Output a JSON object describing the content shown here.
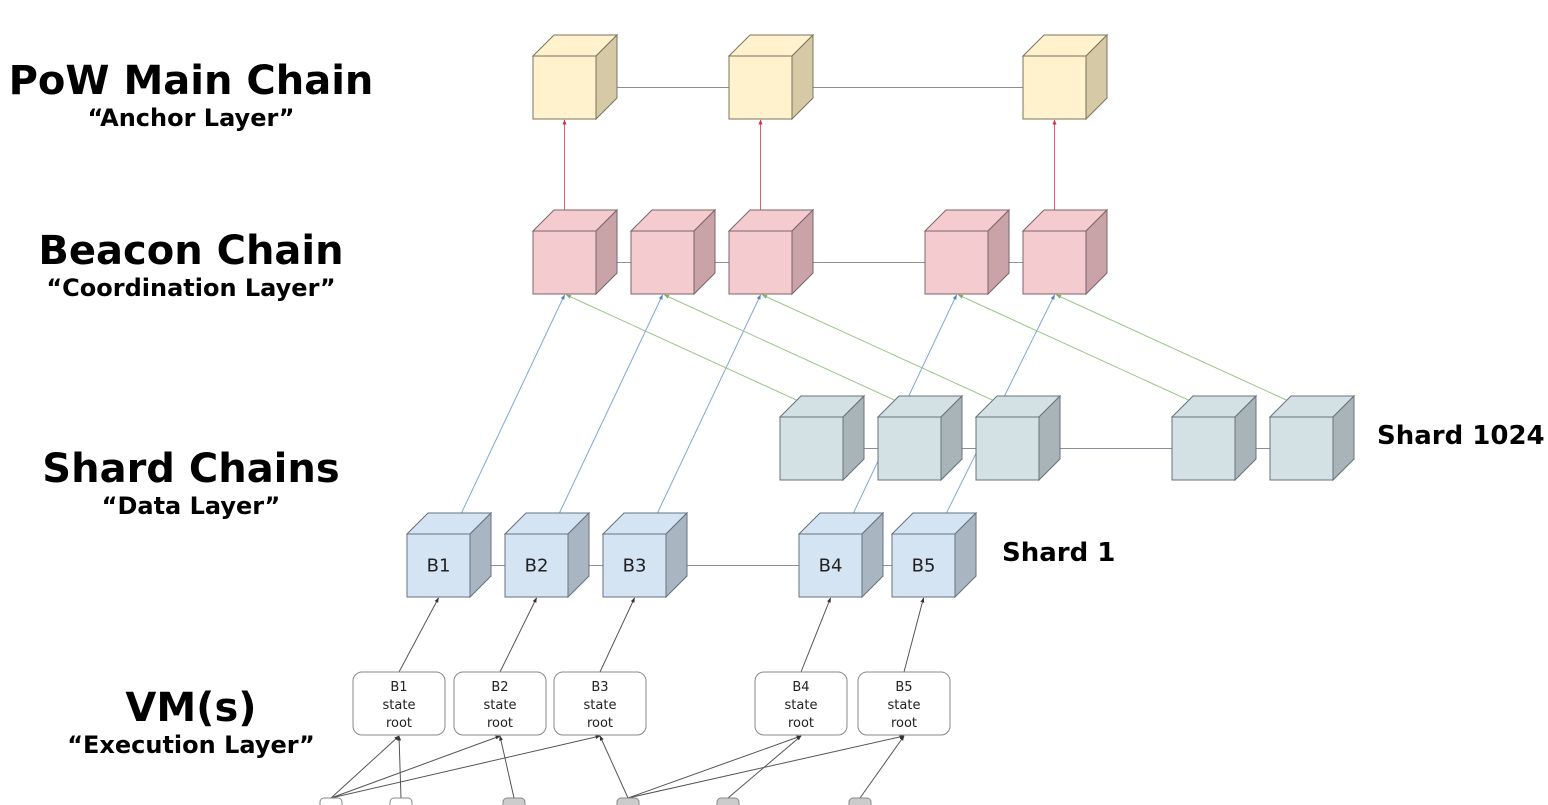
{
  "layers": [
    {
      "id": "pow",
      "title": "PoW Main Chain",
      "subtitle": "“Anchor Layer”"
    },
    {
      "id": "beacon",
      "title": "Beacon Chain",
      "subtitle": "“Coordination Layer”"
    },
    {
      "id": "shard",
      "title": "Shard Chains",
      "subtitle": "“Data Layer”"
    },
    {
      "id": "vm",
      "title": "VM(s)",
      "subtitle": "“Execution Layer”"
    }
  ],
  "shards": {
    "shard_1024": {
      "label": "Shard 1024",
      "block_count": 5
    },
    "shard_1": {
      "label": "Shard 1",
      "blocks": [
        "B1",
        "B2",
        "B3",
        "B4",
        "B5"
      ]
    }
  },
  "pow_chain": {
    "block_count": 3
  },
  "beacon_chain": {
    "block_count": 5
  },
  "state_roots": [
    {
      "block": "B1",
      "line1": "state",
      "line2": "root"
    },
    {
      "block": "B2",
      "line1": "state",
      "line2": "root"
    },
    {
      "block": "B3",
      "line1": "state",
      "line2": "root"
    },
    {
      "block": "B4",
      "line1": "state",
      "line2": "root"
    },
    {
      "block": "B5",
      "line1": "state",
      "line2": "root"
    }
  ],
  "colors": {
    "pow_front": "#fff2cc",
    "pow_top": "#fff2cc",
    "pow_side": "#d6c9a5",
    "pow_stroke": "#7a7460",
    "beacon_front": "#f4ccd0",
    "beacon_top": "#f4ccd0",
    "beacon_side": "#c9a3a7",
    "beacon_stroke": "#7b6568",
    "shard1024_front": "#d3e0e4",
    "shard1024_top": "#d3e0e4",
    "shard1024_side": "#a8b4b8",
    "shard1024_stroke": "#67737a",
    "shard1_front": "#d5e4f2",
    "shard1_top": "#d5e4f2",
    "shard1_side": "#a9b6c2",
    "shard1_stroke": "#66727f",
    "anchor_link": "#e06070",
    "shard1_link": "#7fa8d4",
    "shard1024_link": "#9bc48a",
    "chain_link": "#8a8f99",
    "vm_link": "#555555",
    "tx_filled": "#cccccc"
  },
  "transactions": [
    {
      "filled": false
    },
    {
      "filled": false
    },
    {
      "filled": true
    },
    {
      "filled": true
    },
    {
      "filled": true
    },
    {
      "filled": true
    }
  ]
}
